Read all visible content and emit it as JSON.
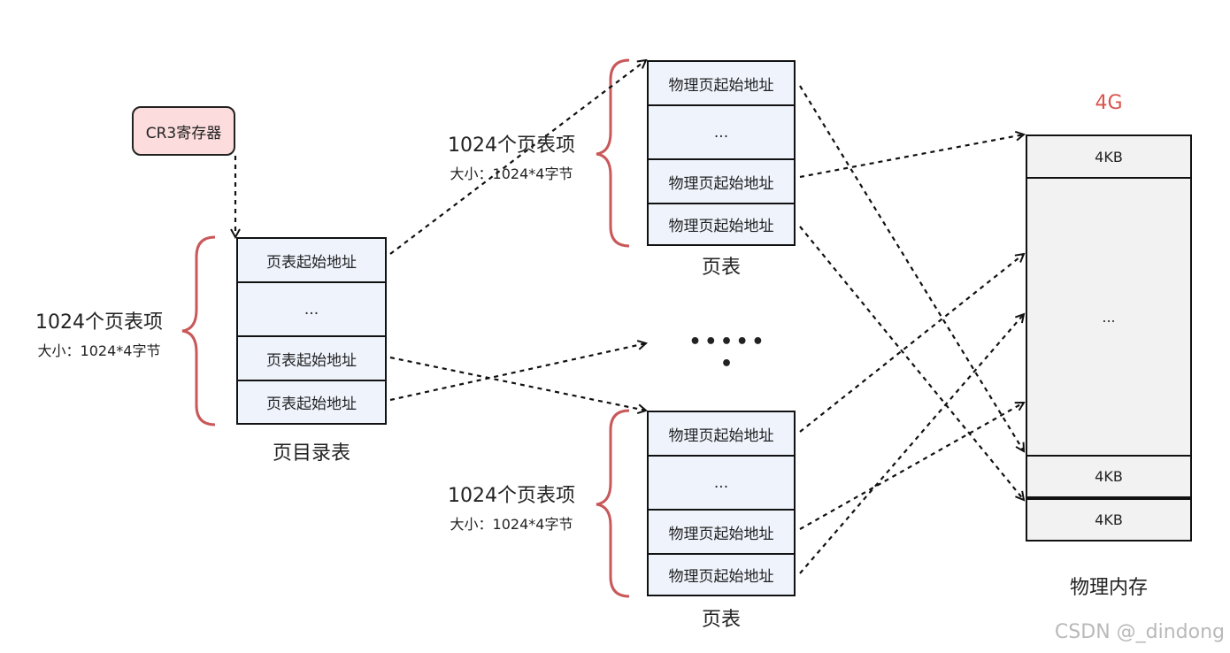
{
  "cr3": {
    "label": "CR3寄存器"
  },
  "page_directory": {
    "caption": "页目录表",
    "entries": [
      "页表起始地址",
      "...",
      "页表起始地址",
      "页表起始地址"
    ],
    "count_label": "1024个页表项",
    "size_label": "大小：1024*4字节"
  },
  "page_table_top": {
    "caption": "页表",
    "entries": [
      "物理页起始地址",
      "...",
      "物理页起始地址",
      "物理页起始地址"
    ],
    "count_label": "1024个页表项",
    "size_label": "大小：1024*4字节"
  },
  "page_table_bottom": {
    "caption": "页表",
    "entries": [
      "物理页起始地址",
      "...",
      "物理页起始地址",
      "物理页起始地址"
    ],
    "count_label": "1024个页表项",
    "size_label": "大小：1024*4字节"
  },
  "middle_ellipsis": "• • • • • •",
  "physical_memory": {
    "top_label": "4G",
    "blocks": [
      "4KB",
      "...",
      "4KB",
      "4KB"
    ],
    "caption": "物理内存"
  },
  "watermark": "CSDN @_dindong",
  "colors": {
    "brace": "#c9585a",
    "table_fill": "#eff3fc",
    "cr3_fill": "#fcdcdc",
    "memory_fill": "#f2f2f2",
    "accent_red": "#d9534f"
  }
}
